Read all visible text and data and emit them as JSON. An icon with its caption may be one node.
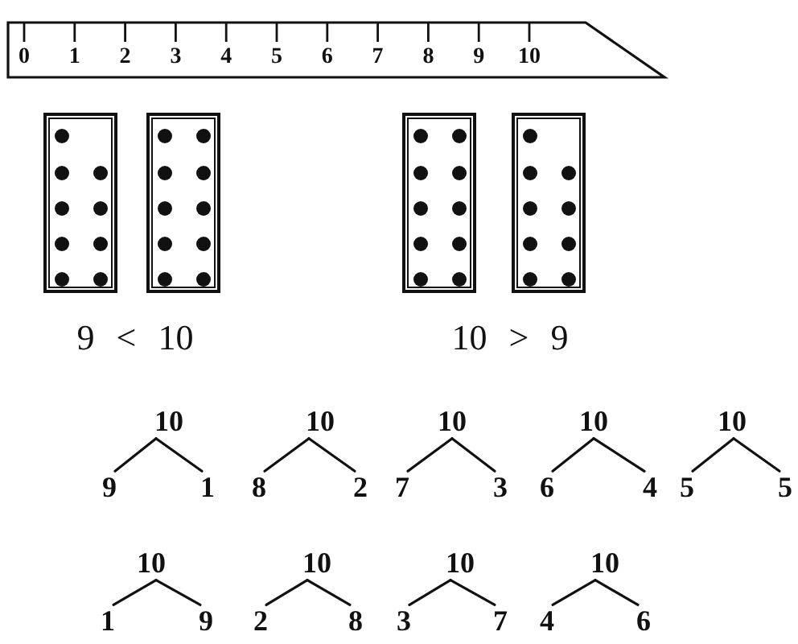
{
  "diagram": {
    "nodes": [
      {
        "text": [
          "0",
          "1",
          "2",
          "3",
          "4",
          "5",
          "6",
          "7",
          "8",
          "9",
          "10"
        ]
      },
      {
        "text": [],
        "shape": "box"
      },
      {
        "text": [],
        "shape": "box"
      },
      {
        "text": [],
        "shape": "box"
      },
      {
        "text": [],
        "shape": "box"
      },
      {
        "text": [
          "10"
        ]
      },
      {
        "text": [
          "9"
        ]
      },
      {
        "text": [
          "1"
        ]
      },
      {
        "text": [
          "10"
        ]
      },
      {
        "text": [
          "8"
        ]
      },
      {
        "text": [
          "2"
        ]
      },
      {
        "text": [
          "10"
        ]
      },
      {
        "text": [
          "7"
        ]
      },
      {
        "text": [
          "3"
        ]
      },
      {
        "text": [
          "10"
        ]
      },
      {
        "text": [
          "6"
        ]
      },
      {
        "text": [
          "4"
        ]
      },
      {
        "text": [
          "10"
        ]
      },
      {
        "text": [
          "5"
        ]
      },
      {
        "text": [
          "5"
        ]
      },
      {
        "text": [
          "10"
        ]
      },
      {
        "text": [
          "1"
        ]
      },
      {
        "text": [
          "9"
        ]
      },
      {
        "text": [
          "10"
        ]
      },
      {
        "text": [
          "2"
        ]
      },
      {
        "text": [
          "8"
        ]
      },
      {
        "text": [
          "10"
        ]
      },
      {
        "text": [
          "3"
        ]
      },
      {
        "text": [
          "7"
        ]
      },
      {
        "text": [
          "10"
        ]
      },
      {
        "text": [
          "4"
        ]
      },
      {
        "text": [
          "6"
        ]
      }
    ],
    "edges": [
      {
        "from": 5,
        "to": 6,
        "arrow": "none"
      },
      {
        "from": 5,
        "to": 7,
        "arrow": "none"
      },
      {
        "from": 8,
        "to": 9,
        "arrow": "none"
      },
      {
        "from": 8,
        "to": 10,
        "arrow": "none"
      },
      {
        "from": 11,
        "to": 12,
        "arrow": "none"
      },
      {
        "from": 11,
        "to": 13,
        "arrow": "none"
      },
      {
        "from": 14,
        "to": 15,
        "arrow": "none"
      },
      {
        "from": 14,
        "to": 16,
        "arrow": "none"
      },
      {
        "from": 17,
        "to": 18,
        "arrow": "none"
      },
      {
        "from": 17,
        "to": 19,
        "arrow": "none"
      },
      {
        "from": 20,
        "to": 21,
        "arrow": "none"
      },
      {
        "from": 20,
        "to": 22,
        "arrow": "none"
      },
      {
        "from": 23,
        "to": 24,
        "arrow": "none"
      },
      {
        "from": 23,
        "to": 25,
        "arrow": "none"
      },
      {
        "from": 26,
        "to": 27,
        "arrow": "none"
      },
      {
        "from": 26,
        "to": 28,
        "arrow": "none"
      },
      {
        "from": 29,
        "to": 30,
        "arrow": "none"
      },
      {
        "from": 29,
        "to": 31,
        "arrow": "none"
      }
    ],
    "labels": [
      "9 < 10",
      "10 > 9"
    ]
  }
}
